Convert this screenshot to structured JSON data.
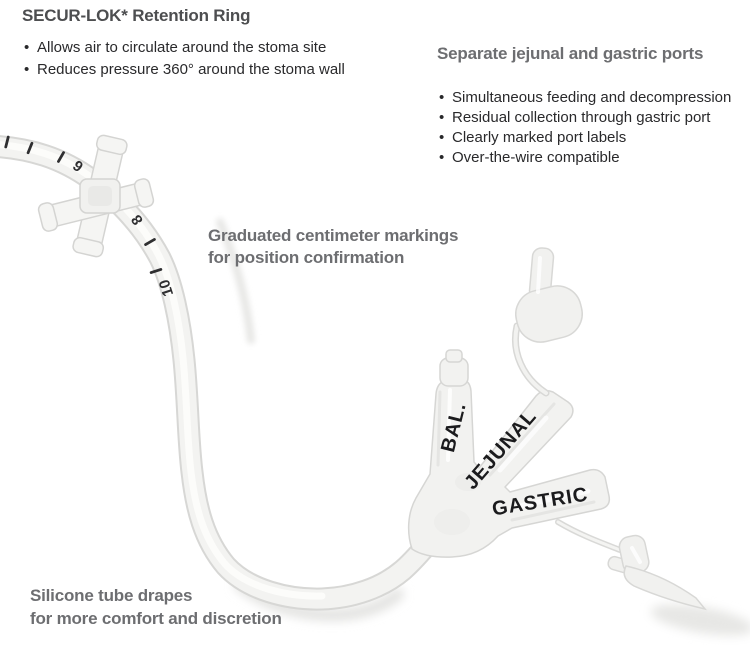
{
  "features": {
    "retention_ring": {
      "title": "SECUR-LOK* Retention Ring",
      "bullets": [
        "Allows air to circulate around the stoma site",
        "Reduces pressure 360° around the stoma wall"
      ]
    },
    "ports": {
      "title": "Separate jejunal and gastric ports",
      "bullets": [
        "Simultaneous feeding and decompression",
        "Residual collection through gastric port",
        "Clearly marked port labels",
        "Over-the-wire compatible"
      ]
    },
    "markings": {
      "lines": [
        "Graduated centimeter markings",
        "for position confirmation"
      ]
    },
    "drape": {
      "lines": [
        "Silicone tube drapes",
        "for more comfort and discretion"
      ]
    }
  },
  "device": {
    "port_labels": {
      "balloon": "BAL.",
      "jejunal": "JEJUNAL",
      "gastric": "GASTRIC"
    },
    "cm_marks": [
      "6",
      "8",
      "10"
    ]
  },
  "colors": {
    "background": "#ffffff",
    "heading_dark": "#4d4e50",
    "heading_gray": "#6d6e71",
    "bullet_text": "#29292b",
    "port_label": "#1b1b1d",
    "tube_fill": "#f3f3f1",
    "tube_edge": "#d7d7d5",
    "shadow": "#e7e7e5"
  }
}
